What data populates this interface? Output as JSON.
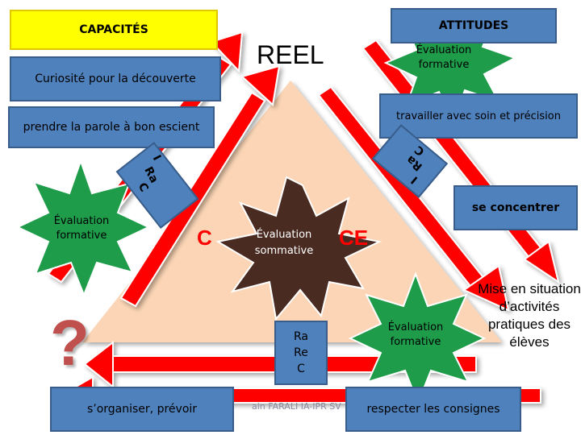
{
  "colors": {
    "triangle": "#fbd5b5",
    "arrow_red": "#ff0000",
    "box_blue": "#4f81bd",
    "box_yellow": "#ffff00",
    "burst_green": "#1e9c4a",
    "burst_brown": "#4a2b22",
    "question_red": "#c0504d"
  },
  "labels": {
    "capacites": "CAPACITÉS",
    "attitudes": "ATTITUDES",
    "reel": "REEL",
    "curiosite": "Curiosité pour la découverte",
    "prendre_parole": "prendre la parole à bon escient",
    "travailler": "travailler avec soin et précision",
    "se_concentrer": "se concentrer",
    "organiser": "s’organiser, prévoir",
    "respecter": "respecter les consignes",
    "mise_en_situation": "Mise en situation d’activités pratiques des élèves",
    "connaissance_left": "C",
    "connaissance_right": "CE",
    "question_mark": "?",
    "credit": "ain FARALI IA-IPR SV"
  },
  "bursts": {
    "top_right": "Évaluation formative",
    "left": "Évaluation formative",
    "center": "Évaluation sommative",
    "bottom_right": "Évaluation formative"
  },
  "rac_left": {
    "i": "I",
    "ra": "Ra",
    "c": "C"
  },
  "rac_right": {
    "i": "I",
    "ra": "Ra",
    "c": "C"
  },
  "rac_bottom": {
    "ra": "Ra",
    "re": "Re",
    "c": "C"
  }
}
